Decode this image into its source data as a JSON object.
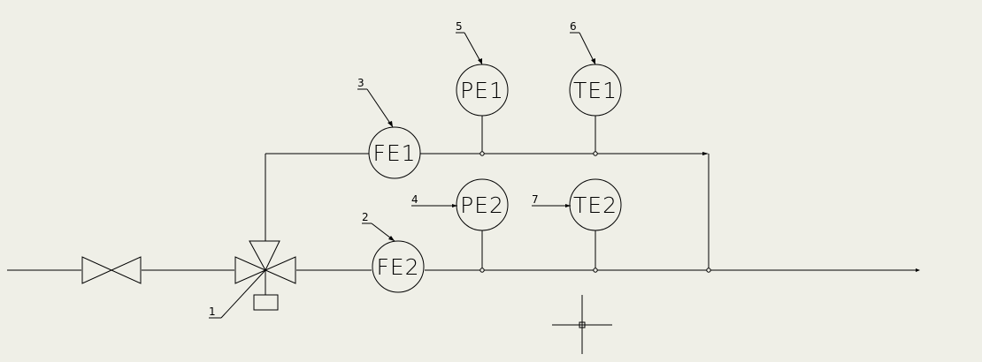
{
  "diagram": {
    "instruments": {
      "fe1": "FE1",
      "pe1": "PE1",
      "te1": "TE1",
      "fe2": "FE2",
      "pe2": "PE2",
      "te2": "TE2"
    },
    "callouts": {
      "c1": "1",
      "c2": "2",
      "c3": "3",
      "c4": "4",
      "c5": "5",
      "c6": "6",
      "c7": "7"
    }
  }
}
